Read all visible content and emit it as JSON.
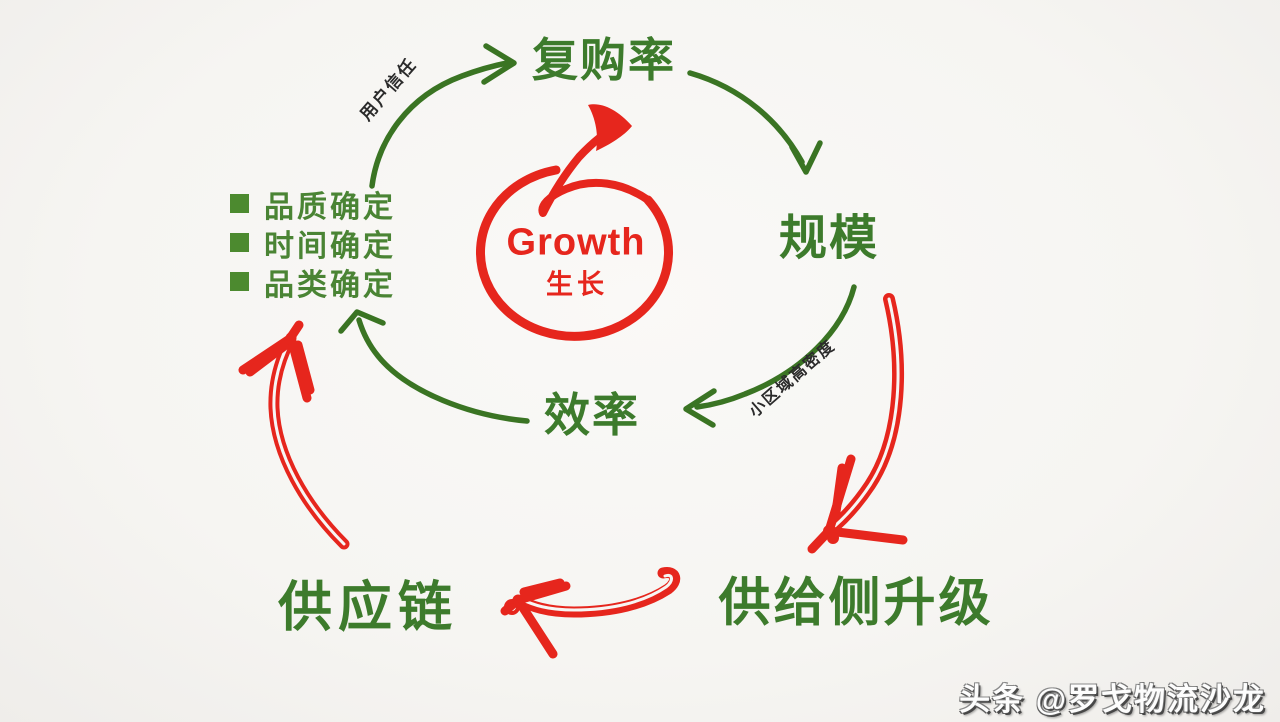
{
  "diagram": {
    "background": "#f7f6f4",
    "colors": {
      "green_text": "#3d7b2c",
      "green_arrow": "#3a7423",
      "red": "#e6261d",
      "edge_label_dark": "#2b2b2b"
    },
    "center": {
      "title_en": "Growth",
      "title_zh": "生长"
    },
    "nodes": {
      "repurchase_rate": "复购率",
      "scale": "规模",
      "efficiency": "效率",
      "supply_chain": "供应链",
      "supply_side_upgrade": "供给侧升级"
    },
    "edge_labels": {
      "user_trust": "用户信任",
      "small_area_high_density": "小区域高密度"
    },
    "checklist": {
      "items": [
        {
          "label": "品质确定"
        },
        {
          "label": "时间确定"
        },
        {
          "label": "品类确定"
        }
      ]
    }
  },
  "watermark": {
    "text": "头条 @罗戈物流沙龙"
  }
}
